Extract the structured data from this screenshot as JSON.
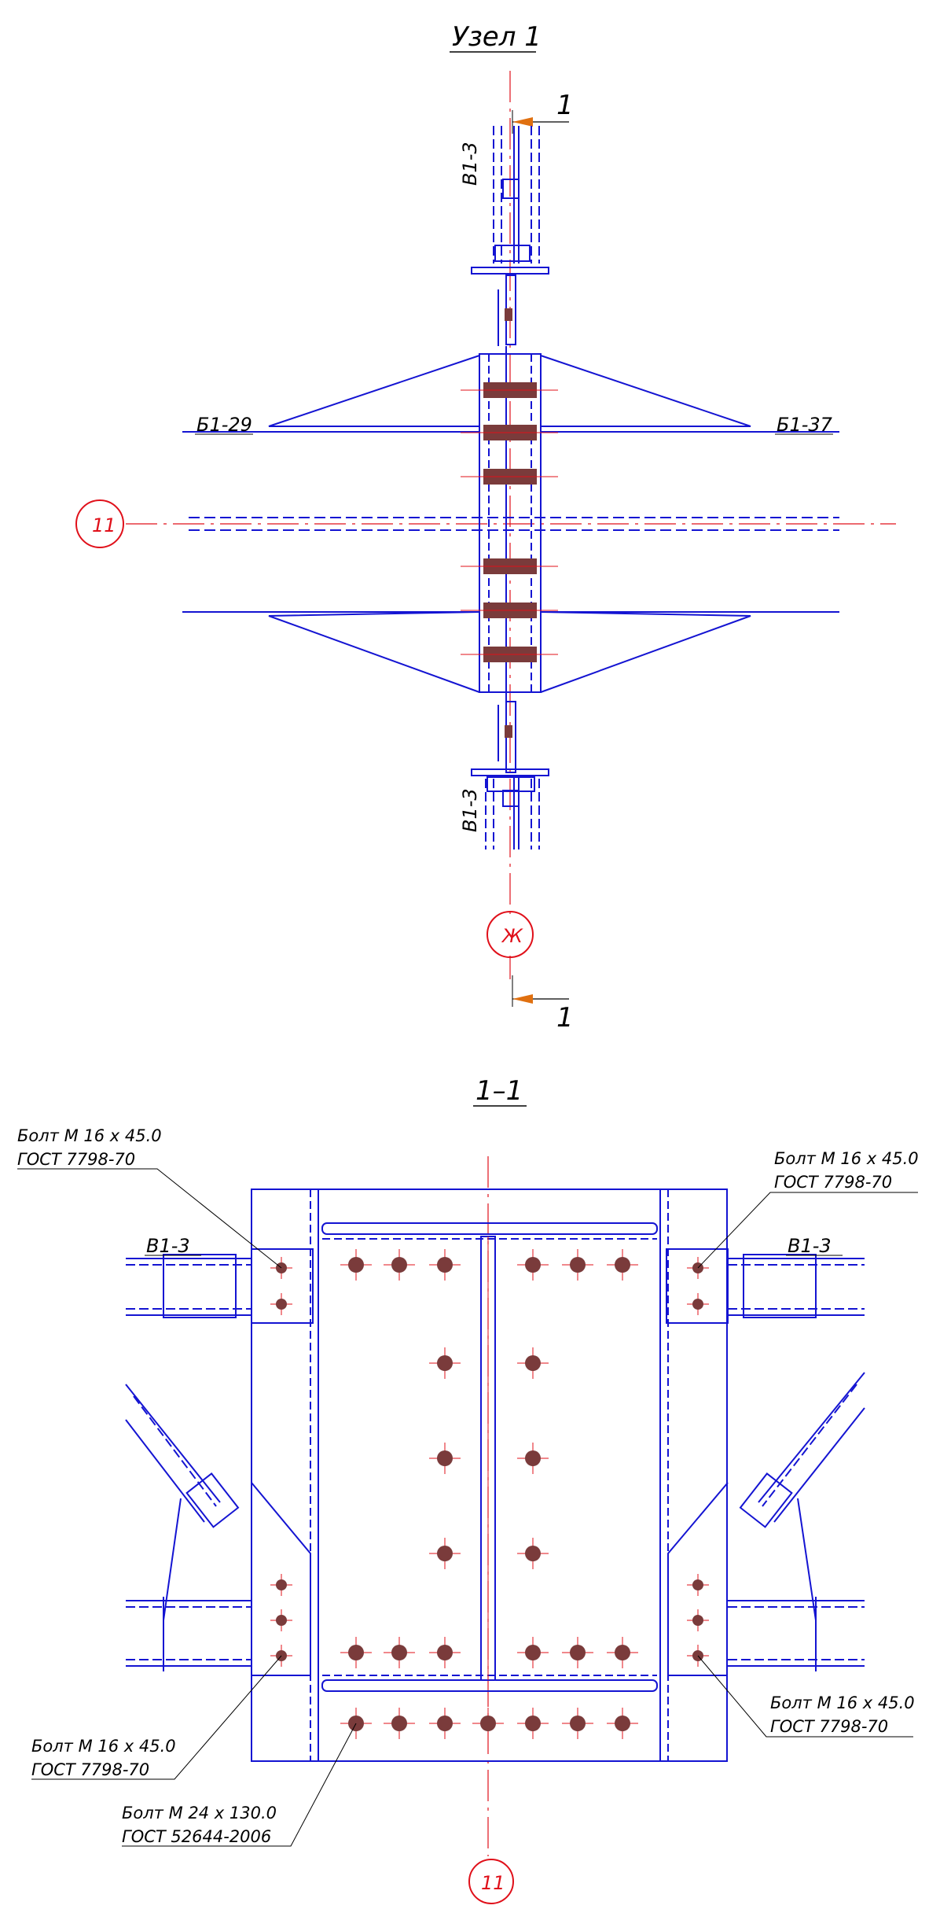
{
  "node_title": "Узел 1",
  "section_title": "1–1",
  "section_mark": "1",
  "beam_left": "Б1-29",
  "beam_right": "Б1-37",
  "brace_top": "В1-3",
  "brace_bottom": "В1-3",
  "brace_left": "В1-3",
  "brace_right": "В1-3",
  "axis_row": "11",
  "axis_col": "Ж",
  "axis_bottom": "11",
  "bolt_tl": {
    "line1": "Болт М 16 х 45.0",
    "line2": "ГОСТ 7798-70"
  },
  "bolt_tr": {
    "line1": "Болт М 16 х 45.0",
    "line2": "ГОСТ 7798-70"
  },
  "bolt_bl": {
    "line1": "Болт М 16 х 45.0",
    "line2": "ГОСТ 7798-70"
  },
  "bolt_br": {
    "line1": "Болт М 16 х 45.0",
    "line2": "ГОСТ 7798-70"
  },
  "bolt_main": {
    "line1": "Болт М 24 х 130.0",
    "line2": "ГОСТ 52644-2006"
  },
  "colors": {
    "steel": "#1414d2",
    "axis": "#e0101a",
    "bolt": "#7a3b3b",
    "text": "#000000"
  }
}
